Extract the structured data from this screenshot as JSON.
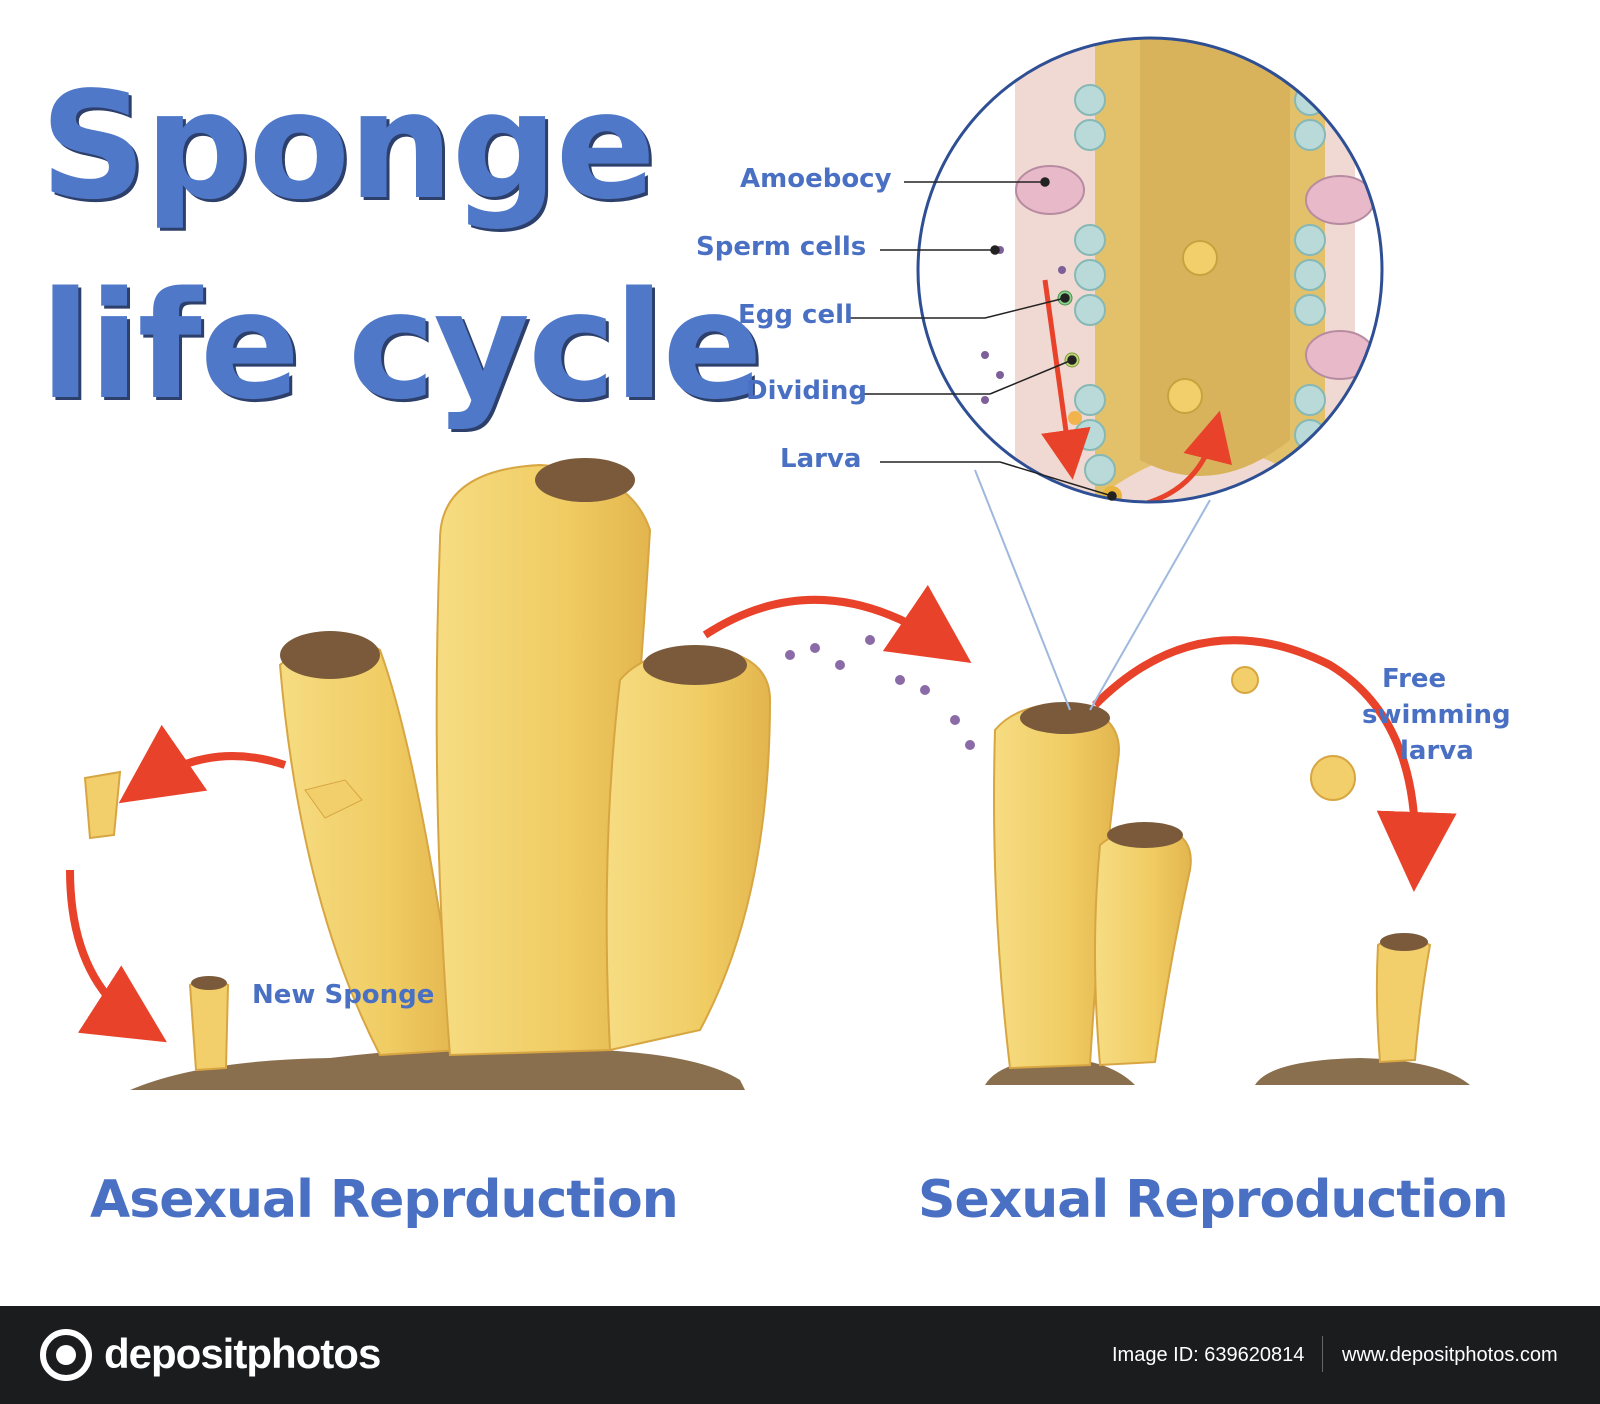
{
  "title": {
    "line1": "Sponge",
    "line2": "life cycle"
  },
  "callouts": {
    "amoebocy": "Amoebocy",
    "sperm_cells": "Sperm cells",
    "egg_cell": "Egg cell",
    "dividing": "Dividing",
    "larva": "Larva"
  },
  "labels": {
    "new_sponge": "New Sponge",
    "free_swimming_larva": [
      "Free",
      "swimming",
      "larva"
    ],
    "asexual": "Asexual Reprduction",
    "sexual": "Sexual Reproduction"
  },
  "footer": {
    "brand": "depositphotos",
    "image_id": "Image ID: 639620814",
    "site": "www.depositphotos.com"
  },
  "colors": {
    "title_blue": "#4f78c9",
    "label_blue": "#4a70c4",
    "arrow_red": "#e8432a",
    "sponge_yellow": "#f2cf6a",
    "sponge_shadow": "#e0b24b",
    "ground_brown": "#8a6f4e",
    "footer_bg": "#1b1c1e"
  }
}
